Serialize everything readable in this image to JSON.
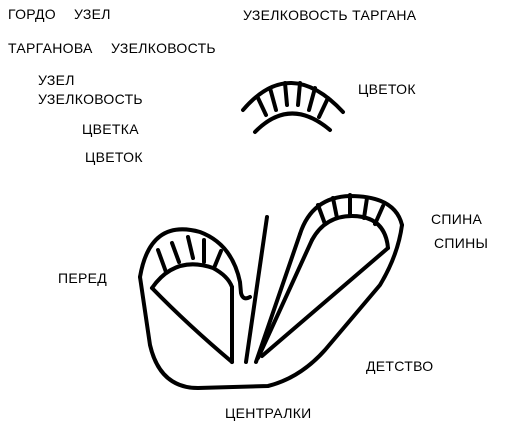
{
  "words": {
    "gordo": "ГОРДО",
    "uzel_top": "УЗЕЛ",
    "uzelkovost_targana": "УЗЕЛКОВОСТЬ ТАРГАНА",
    "targanova": "ТАРГАНОВА",
    "uzelkovost_1": "УЗЕЛКОВОСТЬ",
    "uzel_left": "УЗЕЛ",
    "uzelkovost_2": "УЗЕЛКОВОСТЬ",
    "cvetka": "ЦВЕТКА",
    "cvetok_left": "ЦВЕТОК",
    "cvetok_right": "ЦВЕТОК",
    "spina": "СПИНА",
    "spiny": "СПИНЫ",
    "pered": "ПЕРЕД",
    "detstvo": "ДЕТСТВО",
    "centralki": "ЦЕНТРАЛКИ"
  },
  "colors": {
    "ink": "#000000",
    "background": "#ffffff"
  }
}
